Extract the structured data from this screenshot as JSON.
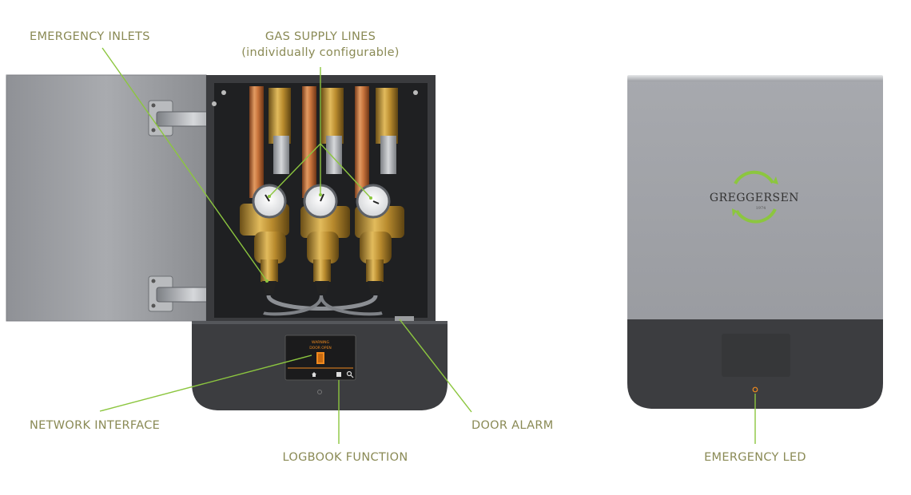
{
  "labels": {
    "emergency_inlets": "EMERGENCY INLETS",
    "gas_supply_lines": "GAS SUPPLY LINES",
    "gas_supply_lines_sub": "(individually configurable)",
    "network_interface": "NETWORK INTERFACE",
    "logbook_function": "LOGBOOK FUNCTION",
    "door_alarm": "DOOR ALARM",
    "emergency_led": "EMERGENCY LED"
  },
  "screen": {
    "warning": "WARNING",
    "door_open": "DOOR OPEN"
  },
  "brand": {
    "name": "GREGGERSEN",
    "year": "1974"
  },
  "colors": {
    "label": "#8a8a55",
    "callout_line": "#8cc63f",
    "accent": "#f08a1e",
    "housing_dark": "#3b3b3e",
    "cover_grey": "#9fa1a6"
  }
}
